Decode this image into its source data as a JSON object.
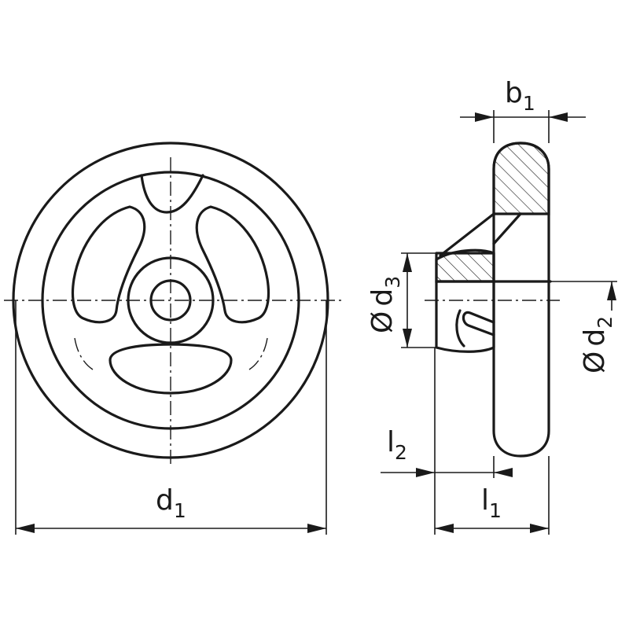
{
  "diagram": {
    "labels": {
      "d1": {
        "main": "d",
        "sub": "1"
      },
      "b1": {
        "main": "b",
        "sub": "1"
      },
      "d3": {
        "prefix": "Ø",
        "main": "d",
        "sub": "3"
      },
      "d2": {
        "prefix": "Ø",
        "main": "d",
        "sub": "2"
      },
      "l2": {
        "main": "l",
        "sub": "2"
      },
      "l1": {
        "main": "l",
        "sub": "1"
      }
    }
  }
}
